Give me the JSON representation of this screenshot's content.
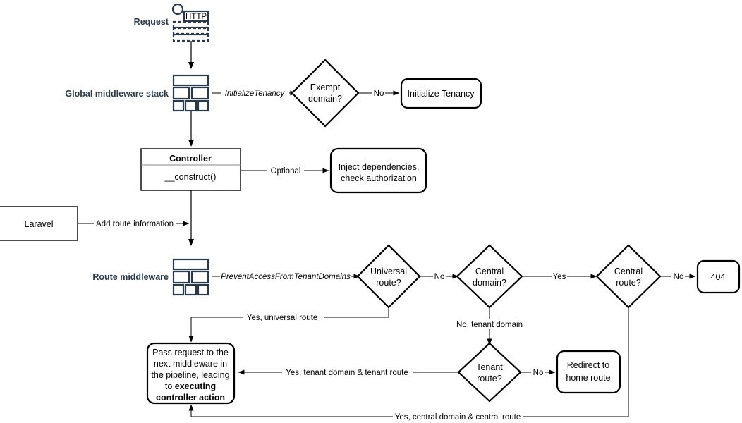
{
  "diagram": {
    "title": "Laravel multi-tenancy request lifecycle flowchart",
    "colors": {
      "icon_stroke": "#2b3a4a",
      "line": "#000000",
      "background": "#ffffff"
    },
    "side_labels": {
      "request": "Request",
      "global_middleware_stack": "Global middleware stack",
      "route_middleware": "Route middleware"
    },
    "nodes": {
      "http_request_icon": "HTTP",
      "exempt_domain": "Exempt\ndomain?",
      "exempt_domain_line1": "Exempt",
      "exempt_domain_line2": "domain?",
      "initialize_tenancy": "Initialize Tenancy",
      "controller_title": "Controller",
      "controller_method": "__construct()",
      "inject_dependencies_line1": "Inject dependencies,",
      "inject_dependencies_line2": "check authorization",
      "laravel": "Laravel",
      "universal_route_line1": "Universal",
      "universal_route_line2": "route?",
      "central_domain_line1": "Central",
      "central_domain_line2": "domain?",
      "central_route_line1": "Central",
      "central_route_line2": "route?",
      "not_found": "404",
      "tenant_route_line1": "Tenant",
      "tenant_route_line2": "route?",
      "redirect_home_line1": "Redirect to",
      "redirect_home_line2": "home route",
      "pass_request_line1": "Pass request to the",
      "pass_request_line2": "next middleware in",
      "pass_request_line3": "the pipeline, leading",
      "pass_request_line4_plain": "to ",
      "pass_request_line4_bold": "executing",
      "pass_request_line5_bold": "controller action"
    },
    "edge_labels": {
      "initialize_tenancy_mw": "InitializeTenancy",
      "exempt_no": "No",
      "optional": "Optional",
      "add_route_information": "Add route information",
      "prevent_access_mw": "PreventAccessFromTenantDomains",
      "universal_no": "No",
      "central_domain_yes": "Yes",
      "central_route_no": "No",
      "no_tenant_domain": "No, tenant domain",
      "tenant_route_no": "No",
      "yes_universal_route": "Yes, universal route",
      "yes_tenant_domain_tenant_route": "Yes, tenant domain & tenant route",
      "yes_central_domain_central_route": "Yes, central domain & central route"
    }
  }
}
